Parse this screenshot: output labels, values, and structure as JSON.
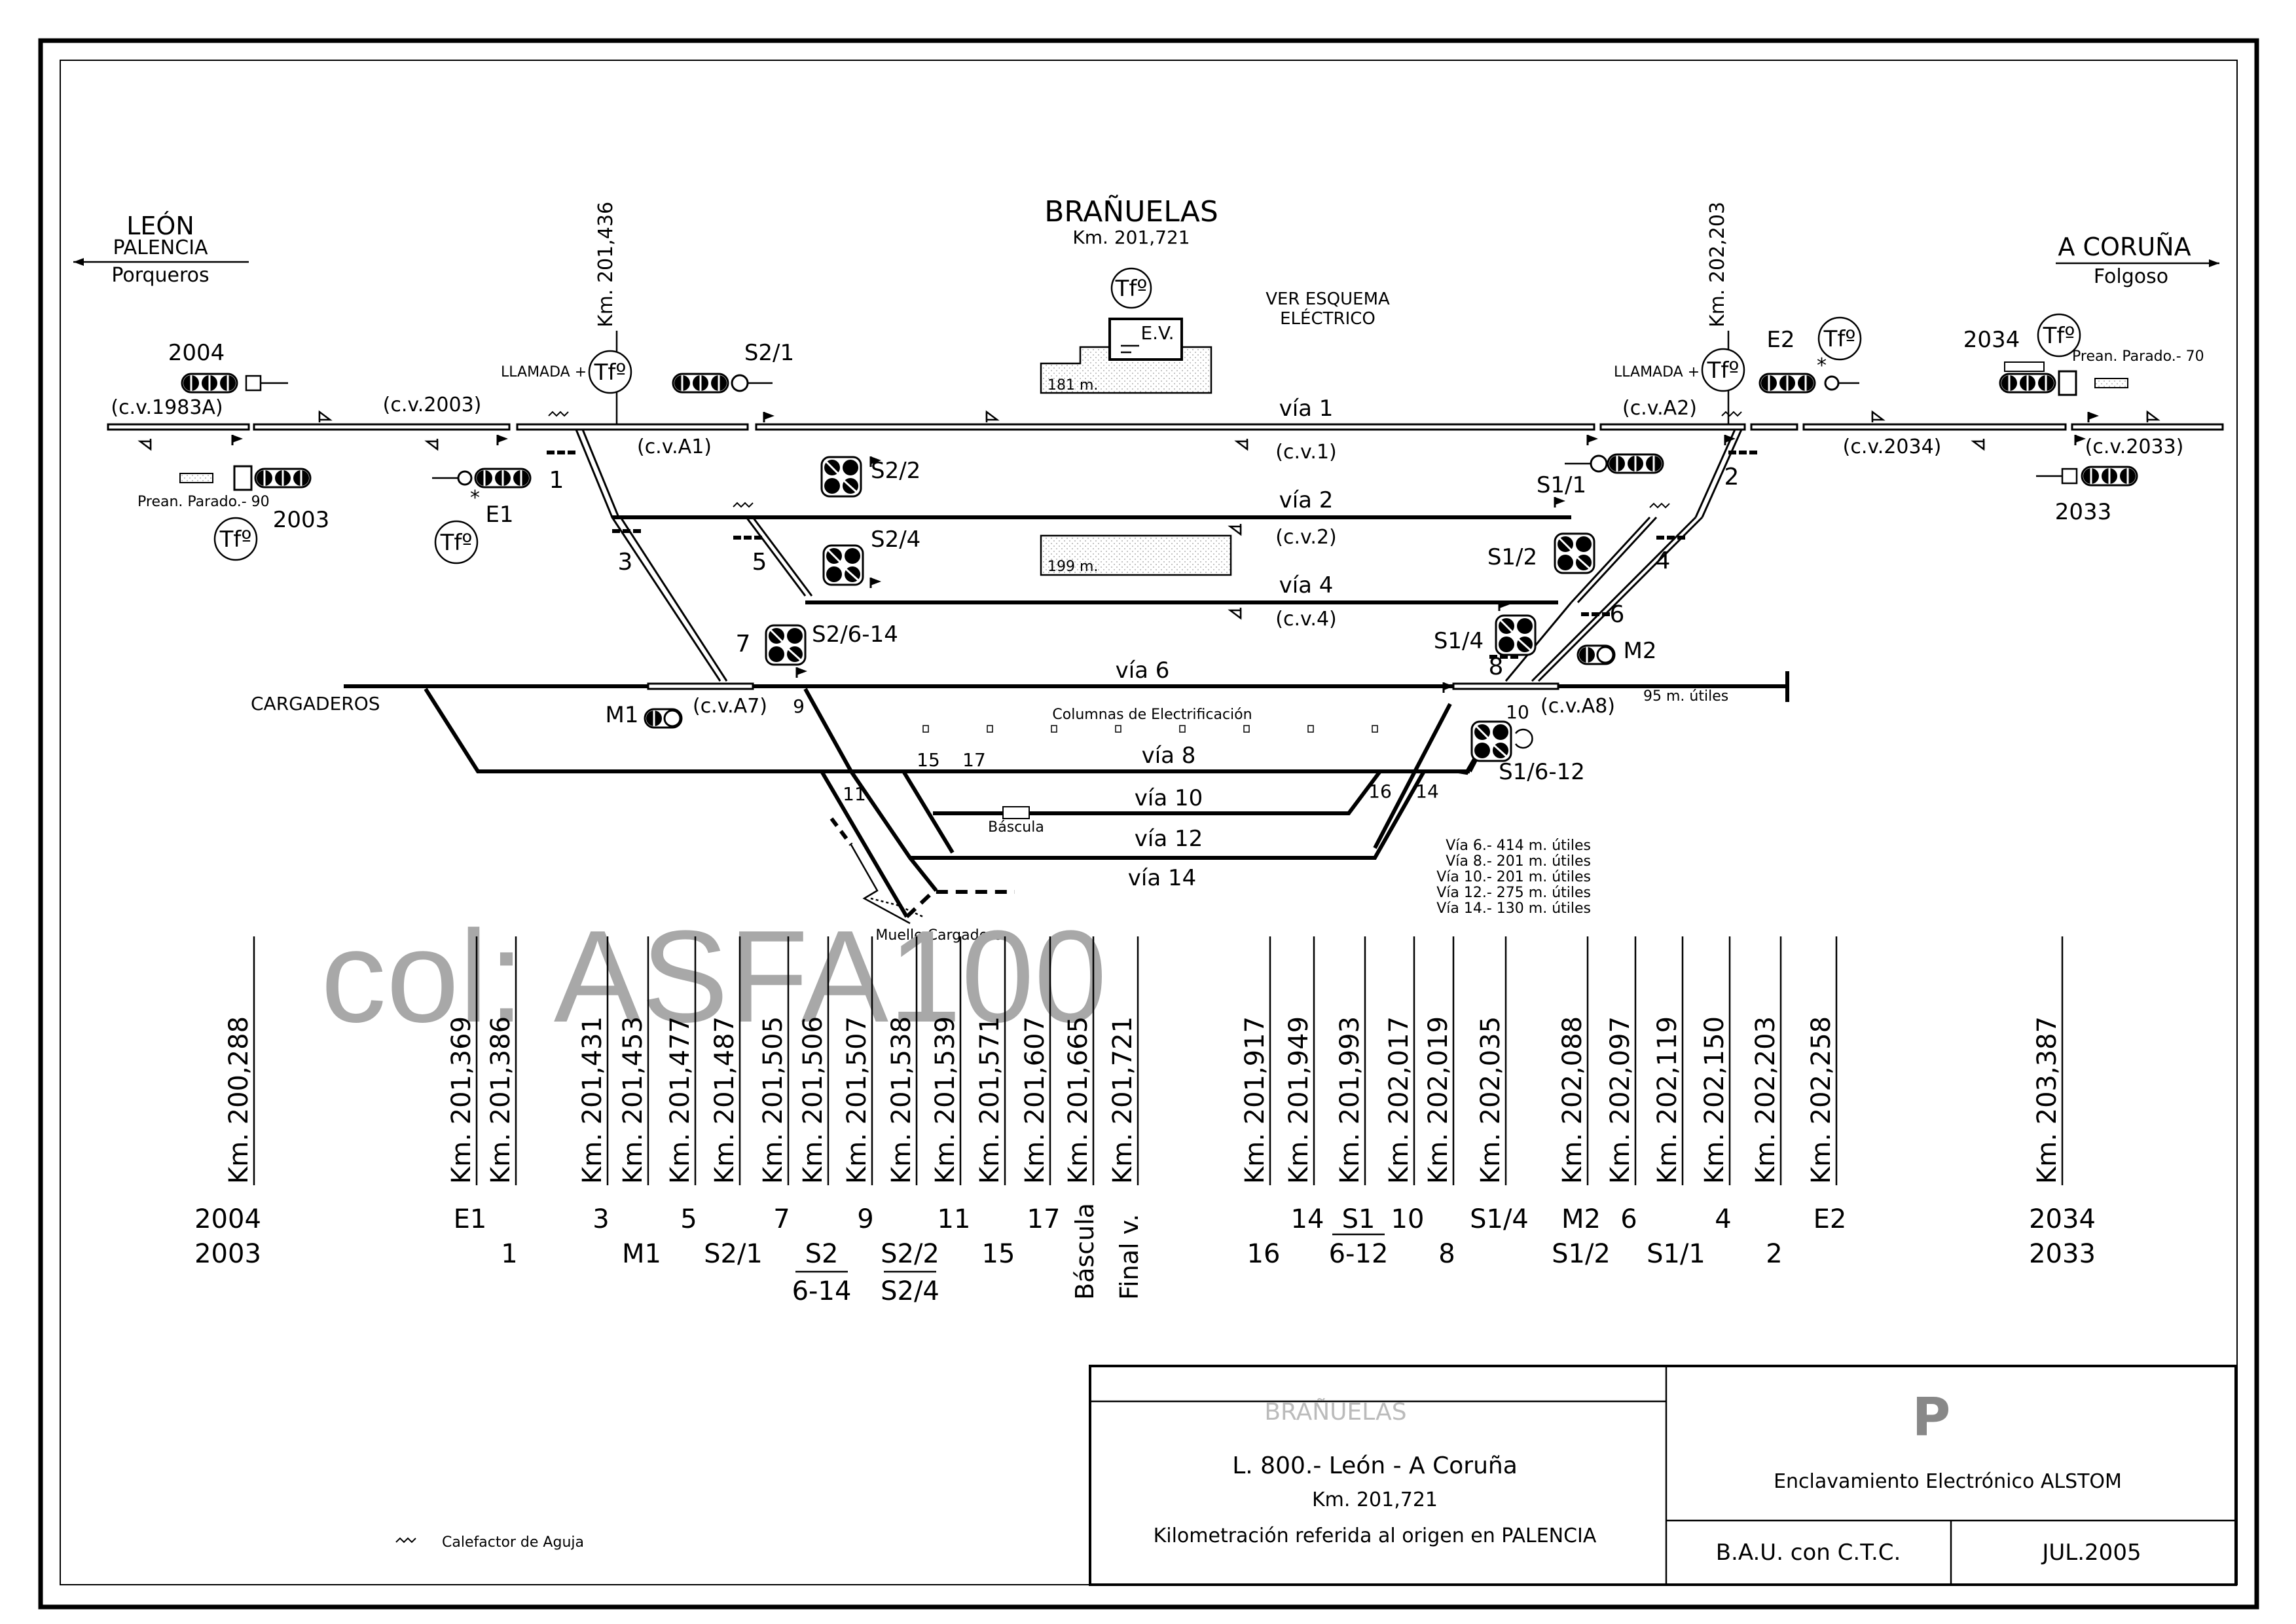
{
  "station": {
    "name": "BRAÑUELAS",
    "km": "Km. 201,721"
  },
  "directions": {
    "left": {
      "city": "LEÓN",
      "via": "PALENCIA",
      "next": "Porqueros"
    },
    "right": {
      "city": "A CORUÑA",
      "next": "Folgoso"
    }
  },
  "notes": {
    "ver_esquema": "VER ESQUEMA",
    "electrico": "ELÉCTRICO",
    "ev": "E.V.",
    "ev_len": "181 m.",
    "len_199": "199 m.",
    "llamada": "LLAMADA +",
    "km_left": "Km. 201,436",
    "km_right": "Km. 202,203",
    "prean_left": "Prean. Parado.- 90",
    "prean_right": "Prean. Parado.- 70",
    "cargaderos": "CARGADEROS",
    "columnas": "Columnas de Electrificación",
    "bascula": "Báscula",
    "muelle": "Muelle Cargaderos",
    "utiles_95": "95 m. útiles",
    "calefactor": "Calefactor de Aguja"
  },
  "tracks": {
    "via1": "vía 1",
    "via2": "vía 2",
    "via4": "vía 4",
    "via6": "vía 6",
    "via8": "vía 8",
    "via10": "vía 10",
    "via12": "vía 12",
    "via14": "vía 14"
  },
  "circuits": {
    "cv1983A": "(c.v.1983A)",
    "cv2003": "(c.v.2003)",
    "cvA1": "(c.v.A1)",
    "cv1": "(c.v.1)",
    "cv2": "(c.v.2)",
    "cv4": "(c.v.4)",
    "cvA2": "(c.v.A2)",
    "cv2034": "(c.v.2034)",
    "cv2033": "(c.v.2033)",
    "cvA7": "(c.v.A7)",
    "cvA8": "(c.v.A8)"
  },
  "signals": {
    "s2004": "2004",
    "s2003": "2003",
    "E1": "E1",
    "S2_1": "S2/1",
    "S2_2": "S2/2",
    "S2_4": "S2/4",
    "S2_614": "S2/6-14",
    "M1": "M1",
    "E2": "E2",
    "s2034": "2034",
    "s2033": "2033",
    "S1_1": "S1/1",
    "S1_2": "S1/2",
    "S1_4": "S1/4",
    "M2": "M2",
    "S1_612": "S1/6-12",
    "tf": "Tfº"
  },
  "switches": {
    "sw1": "1",
    "sw2": "2",
    "sw3": "3",
    "sw4": "4",
    "sw5": "5",
    "sw6": "6",
    "sw7": "7",
    "sw8": "8",
    "sw9": "9",
    "sw10": "10",
    "sw11": "11",
    "sw14": "14",
    "sw15": "15",
    "sw16": "16",
    "sw17": "17"
  },
  "useful_lengths": [
    "Vía 6.- 414 m. útiles",
    "Vía 8.- 201 m. útiles",
    "Vía 10.- 201 m. útiles",
    "Vía 12.- 275 m. útiles",
    "Vía 14.- 130 m. útiles"
  ],
  "km_table": [
    {
      "km": "Km. 200,288",
      "r1": "2004",
      "r2": "2003"
    },
    {
      "km": "Km. 201,369",
      "r1": "E1",
      "r2": ""
    },
    {
      "km": "Km. 201,386",
      "r1": "",
      "r2": "1"
    },
    {
      "km": "Km. 201,431",
      "r1": "3",
      "r2": ""
    },
    {
      "km": "Km. 201,453",
      "r1": "",
      "r2": "M1"
    },
    {
      "km": "Km. 201,477",
      "r1": "5",
      "r2": ""
    },
    {
      "km": "Km. 201,487",
      "r1": "",
      "r2": "S2/1"
    },
    {
      "km": "Km. 201,505",
      "r1": "7",
      "r2": ""
    },
    {
      "km": "Km. 201,506",
      "r1": "",
      "r2": "S2",
      "r3": "6-14"
    },
    {
      "km": "Km. 201,507",
      "r1": "9",
      "r2": ""
    },
    {
      "km": "Km. 201,538",
      "r1": "",
      "r2": "S2/2",
      "r3": "S2/4"
    },
    {
      "km": "Km. 201,539",
      "r1": "11",
      "r2": ""
    },
    {
      "km": "Km. 201,571",
      "r1": "",
      "r2": "15"
    },
    {
      "km": "Km. 201,607",
      "r1": "17",
      "r2": ""
    },
    {
      "km": "Km. 201,665",
      "vert": "Báscula"
    },
    {
      "km": "Km. 201,721",
      "vert": "Final v."
    },
    {
      "km": "Km. 201,917",
      "r1": "",
      "r2": "16"
    },
    {
      "km": "Km. 201,949",
      "r1": "14",
      "r2": ""
    },
    {
      "km": "Km. 201,993",
      "r1": "S1",
      "r2": "6-12"
    },
    {
      "km": "Km. 202,017",
      "r1": "10",
      "r2": ""
    },
    {
      "km": "Km. 202,019",
      "r1": "",
      "r2": "8"
    },
    {
      "km": "Km. 202,035",
      "r1": "S1/4",
      "r2": ""
    },
    {
      "km": "Km. 202,088",
      "r1": "M2",
      "r2": "S1/2"
    },
    {
      "km": "Km. 202,097",
      "r1": "6",
      "r2": ""
    },
    {
      "km": "Km. 202,119",
      "r1": "",
      "r2": "S1/1"
    },
    {
      "km": "Km. 202,150",
      "r1": "4",
      "r2": ""
    },
    {
      "km": "Km. 202,203",
      "r1": "",
      "r2": "2"
    },
    {
      "km": "Km. 202,258",
      "r1": "E2",
      "r2": ""
    },
    {
      "km": "Km. 203,387",
      "r1": "2034",
      "r2": "2033"
    }
  ],
  "title_block": {
    "station": "BRAÑUELAS",
    "line": "L. 800.- León - A Coruña",
    "km": "Km. 201,721",
    "kilometracion": "Kilometración referida al origen en PALENCIA",
    "logo": "P",
    "enclavamiento": "Enclavamiento Electrónico ALSTOM",
    "bau": "B.A.U. con C.T.C.",
    "date": "JUL.2005"
  },
  "watermark": "col: ASFA100"
}
